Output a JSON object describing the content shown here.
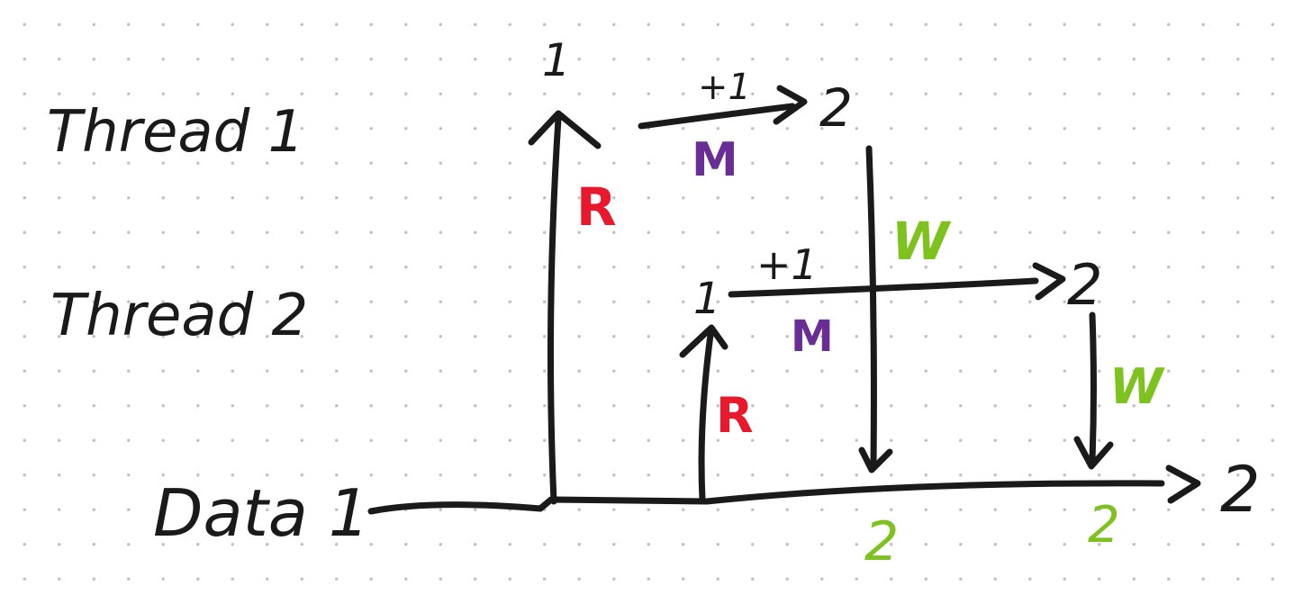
{
  "colors": {
    "ink": "#1a1a1a",
    "read": "#e8192c",
    "modify": "#6a2d96",
    "write": "#7dc21e"
  },
  "rows": {
    "thread1": "Thread 1",
    "thread2": "Thread 2",
    "data": "Data 1"
  },
  "thread1": {
    "start_value": "1",
    "increment": "+1",
    "end_value": "2",
    "read_label": "R",
    "modify_label": "M",
    "write_label": "W"
  },
  "thread2": {
    "start_value": "1",
    "increment": "+1",
    "end_value": "2",
    "read_label": "R",
    "modify_label": "M",
    "write_label": "W"
  },
  "data_timeline": {
    "after_thread1_write": "2",
    "after_thread2_write": "2",
    "final_value": "2"
  }
}
